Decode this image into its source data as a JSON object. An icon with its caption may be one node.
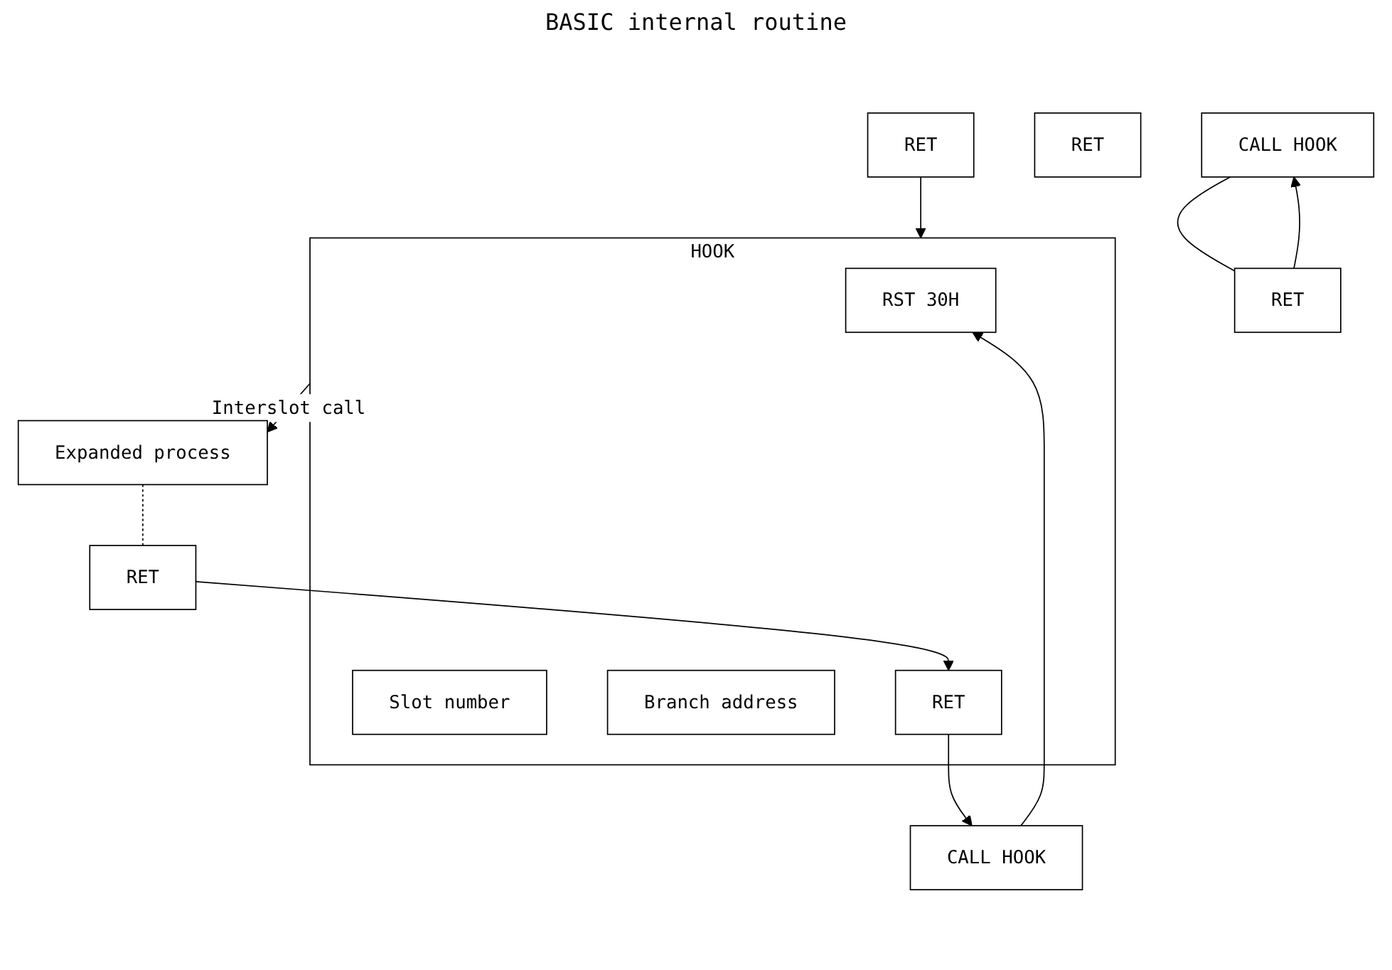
{
  "diagram": {
    "nodes": [
      {
        "text": [
          "CALL HOOK"
        ]
      },
      {
        "text": [
          "RET"
        ]
      },
      {
        "text": [
          "RET"
        ]
      },
      {
        "text": [
          "RET"
        ]
      },
      {
        "text": [
          "HOOK"
        ]
      },
      {
        "text": [
          "RST 30H"
        ],
        "in": 4
      },
      {
        "text": [
          "Slot number"
        ],
        "in": 4
      },
      {
        "text": [
          "Branch address"
        ],
        "in": 4
      },
      {
        "text": [
          "RET"
        ],
        "in": 4
      },
      {
        "text": [
          "Expanded process"
        ]
      },
      {
        "text": [
          "RET"
        ]
      },
      {
        "text": [
          "CALL HOOK"
        ]
      }
    ],
    "edges": [
      {
        "from": 0,
        "to": 1,
        "arrow": "none"
      },
      {
        "from": 1,
        "to": 0,
        "arrow": "to"
      },
      {
        "from": 3,
        "to": 4,
        "arrow": "to"
      },
      {
        "from": 4,
        "to": 9,
        "arrow": "to",
        "label": "Interslot call"
      },
      {
        "from": 9,
        "to": 10,
        "arrow": "none",
        "style": "dashed"
      },
      {
        "from": 11,
        "to": 5,
        "arrow": "to"
      },
      {
        "from": 10,
        "to": 8,
        "arrow": "to"
      },
      {
        "from": 8,
        "to": 11,
        "arrow": "to"
      }
    ],
    "labels": [
      "BASIC internal routine"
    ]
  }
}
